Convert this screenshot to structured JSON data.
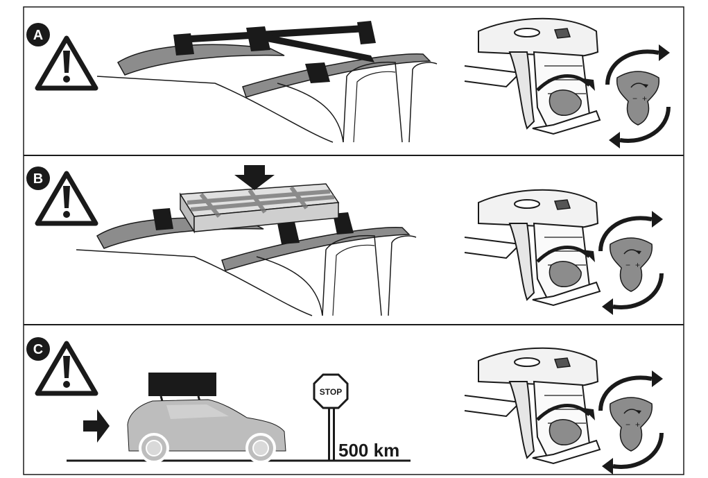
{
  "sections": [
    {
      "id": "A",
      "label": "A"
    },
    {
      "id": "B",
      "label": "B"
    },
    {
      "id": "C",
      "label": "C"
    }
  ],
  "stop_sign": {
    "text": "STOP"
  },
  "distance": {
    "text": "500 km"
  },
  "knob": {
    "minus": "−",
    "plus": "+"
  },
  "icons": [
    "warning-icon",
    "roof-rack-car",
    "rack-foot-detail",
    "torque-knob-icon",
    "arrow-right-icon",
    "arrow-down-icon",
    "stop-sign-icon"
  ],
  "colors": {
    "line": "#1a1a1a",
    "fill_dark": "#1a1a1a",
    "fill_gray": "#8c8c8c",
    "fill_light": "#c8c8c8",
    "car_fill": "#bdbdbd"
  }
}
